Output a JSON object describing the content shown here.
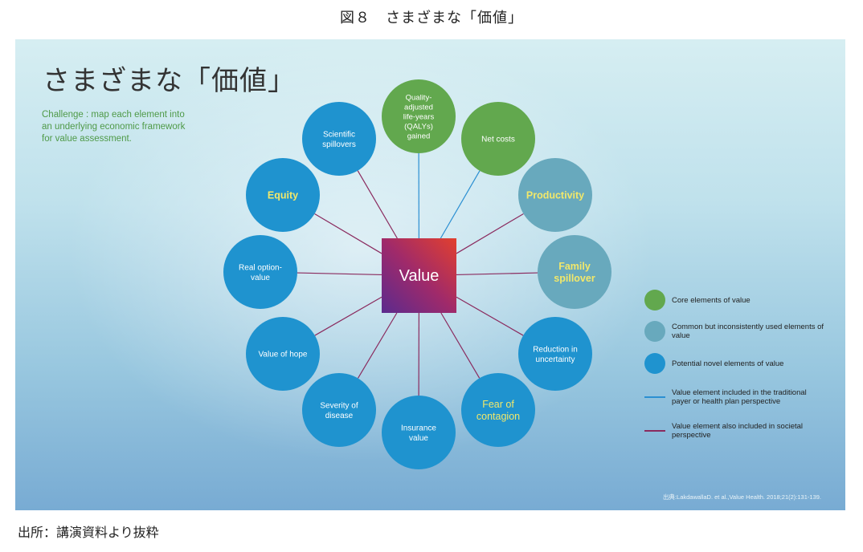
{
  "caption": "図８　さまざまな「価値」",
  "source": "出所：講演資料より抜粋",
  "slide": {
    "title": "さまざまな「価値」",
    "challenge": "Challenge : map each element into an underlying economic framework for value assessment.",
    "citation": "出典:LakdawallaD. et al.,Value Health. 2018;21(2):131-139."
  },
  "colors": {
    "core": "#62a84e",
    "common": "#68a9bd",
    "novel": "#1f93cf",
    "traditional_line": "#2b8fd2",
    "societal_line": "#8a2a5e",
    "highlight_text": "#f2e86a"
  },
  "center": {
    "label": "Value"
  },
  "nodes": [
    {
      "key": "qaly",
      "label": "Quality-adjusted life-years (QALYs) gained",
      "lines": [
        "Quality-",
        "adjusted",
        "life-years",
        "(QALYs)",
        "gained"
      ],
      "category": "core",
      "link": "traditional"
    },
    {
      "key": "netcosts",
      "label": "Net costs",
      "lines": [
        "Net costs"
      ],
      "category": "core",
      "link": "traditional"
    },
    {
      "key": "productivity",
      "label": "Productivity",
      "lines": [
        "Productivity"
      ],
      "category": "common",
      "link": "societal"
    },
    {
      "key": "family",
      "label": "Family spillover",
      "lines": [
        "Family",
        "spillover"
      ],
      "category": "common",
      "link": "societal"
    },
    {
      "key": "reduction",
      "label": "Reduction in uncertainty",
      "lines": [
        "Reduction in",
        "uncertainty"
      ],
      "category": "novel",
      "link": "societal"
    },
    {
      "key": "fear",
      "label": "Fear of contagion",
      "lines": [
        "Fear of",
        "contagion"
      ],
      "category": "novel",
      "link": "societal"
    },
    {
      "key": "insurance",
      "label": "Insurance value",
      "lines": [
        "Insurance",
        "value"
      ],
      "category": "novel",
      "link": "societal"
    },
    {
      "key": "severity",
      "label": "Severity of disease",
      "lines": [
        "Severity of",
        "disease"
      ],
      "category": "novel",
      "link": "societal"
    },
    {
      "key": "hope",
      "label": "Value of hope",
      "lines": [
        "Value of hope"
      ],
      "category": "novel",
      "link": "societal"
    },
    {
      "key": "realoption",
      "label": "Real option-value",
      "lines": [
        "Real option-",
        "value"
      ],
      "category": "novel",
      "link": "societal"
    },
    {
      "key": "equity",
      "label": "Equity",
      "lines": [
        "Equity"
      ],
      "category": "novel",
      "link": "societal"
    },
    {
      "key": "scientific",
      "label": "Scientific spillovers",
      "lines": [
        "Scientific",
        "spillovers"
      ],
      "category": "novel",
      "link": "societal"
    }
  ],
  "legend": {
    "core": "Core elements of value",
    "common": "Common but inconsistently used elements of value",
    "novel": "Potential novel elements of value",
    "traditional": "Value element included in the traditional payer or health plan perspective",
    "societal": "Value element also included in societal perspective"
  }
}
